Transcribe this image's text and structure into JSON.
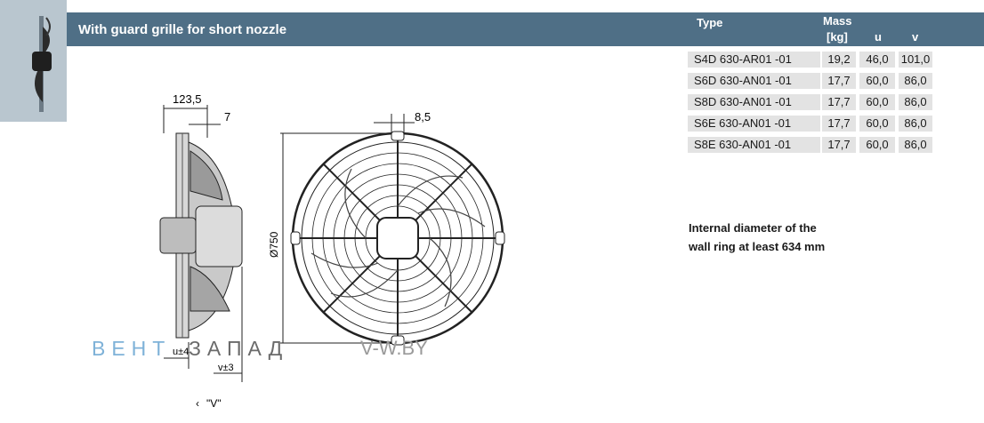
{
  "header": {
    "title": "With guard grille for short nozzle",
    "col_type": "Type",
    "col_mass_line1": "Mass",
    "col_mass_line2": "[kg]",
    "col_u": "u",
    "col_v": "v"
  },
  "table": {
    "rows": [
      {
        "type": "S4D 630-AR01 -01",
        "mass": "19,2",
        "u": "46,0",
        "v": "101,0"
      },
      {
        "type": "S6D 630-AN01 -01",
        "mass": "17,7",
        "u": "60,0",
        "v": "86,0"
      },
      {
        "type": "S8D 630-AN01 -01",
        "mass": "17,7",
        "u": "60,0",
        "v": "86,0"
      },
      {
        "type": "S6E 630-AN01 -01",
        "mass": "17,7",
        "u": "60,0",
        "v": "86,0"
      },
      {
        "type": "S8E 630-AN01 -01",
        "mass": "17,7",
        "u": "60,0",
        "v": "86,0"
      }
    ]
  },
  "note": {
    "line1": "Internal diameter of the",
    "line2": "wall ring at least 634 mm"
  },
  "drawing": {
    "dim_depth": "123,5",
    "dim_flange": "7",
    "dim_hole": "8,5",
    "dim_diameter": "Ø750",
    "dim_u": "u±4",
    "dim_v": "v±3",
    "view_label": "\"V\"",
    "view_arrow": "‹"
  },
  "watermark": {
    "part1": "ВЕНТ",
    "part2": "ЗАПАД",
    "part3": "V-W.BY"
  },
  "colors": {
    "header_bg": "#4f6f86",
    "thumb_bg": "#b9c6cf",
    "cell_bg": "#e3e3e3",
    "watermark_blue": "#7fb2d8"
  }
}
